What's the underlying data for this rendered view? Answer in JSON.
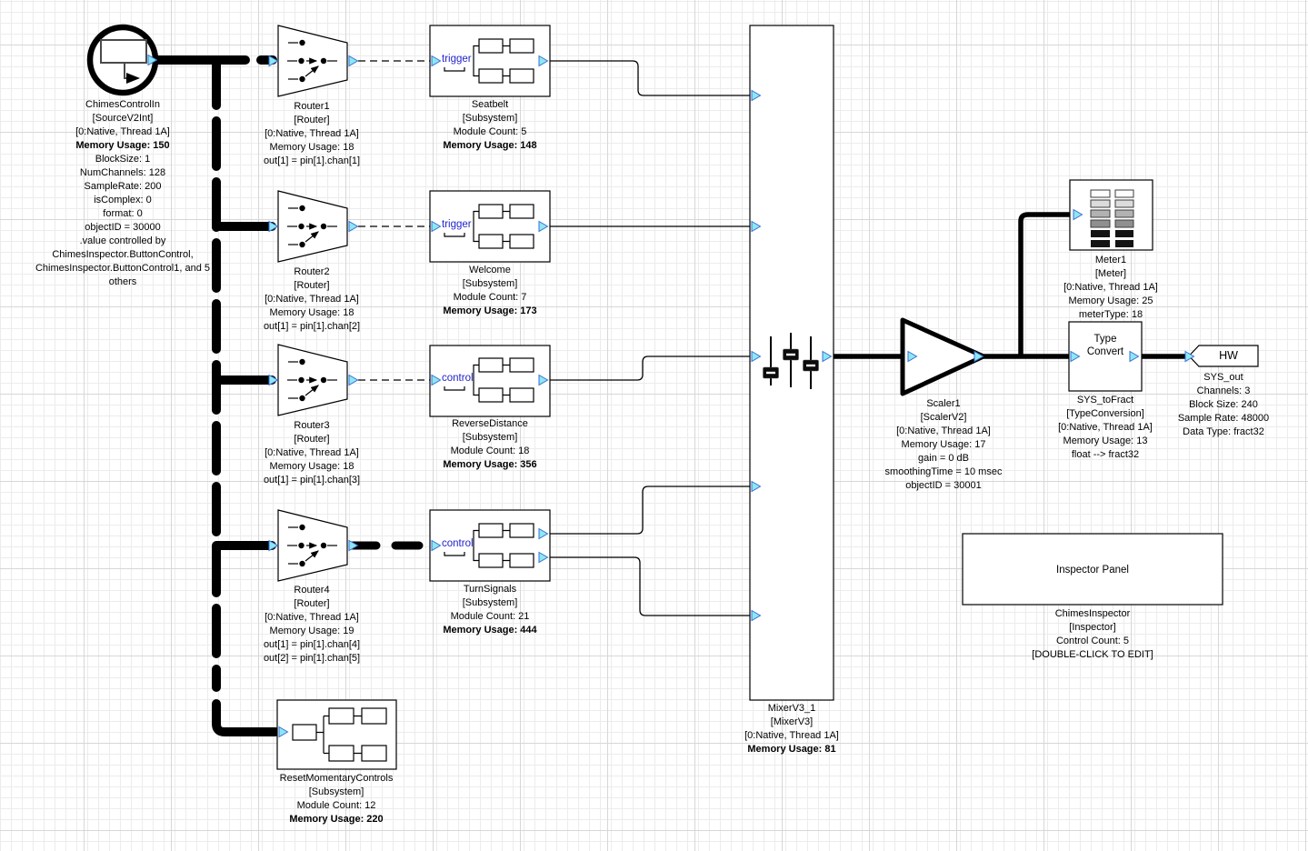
{
  "app": {
    "description": "Audio signal-flow design canvas"
  },
  "colors": {
    "pin_fill": "#8de7f2",
    "pin_stroke": "#3a6fd4",
    "port_label_blue": "#2323cc",
    "wire": "#000000",
    "grid_minor": "#ececec",
    "grid_major": "#d7d7d7"
  },
  "blocks": {
    "chimes_control_in": {
      "lines": [
        "ChimesControlIn",
        "[SourceV2Int]",
        "[0:Native, Thread 1A]",
        "Memory Usage: 150",
        "BlockSize: 1",
        "NumChannels: 128",
        "SampleRate: 200",
        "isComplex: 0",
        "format: 0",
        "objectID = 30000",
        ".value controlled by",
        "ChimesInspector.ButtonControl,",
        "ChimesInspector.ButtonControl1, and 5",
        "others"
      ]
    },
    "router1": {
      "lines": [
        "Router1",
        "[Router]",
        "[0:Native, Thread 1A]",
        "Memory Usage: 18",
        "out[1] = pin[1].chan[1]"
      ]
    },
    "router2": {
      "lines": [
        "Router2",
        "[Router]",
        "[0:Native, Thread 1A]",
        "Memory Usage: 18",
        "out[1] = pin[1].chan[2]"
      ]
    },
    "router3": {
      "lines": [
        "Router3",
        "[Router]",
        "[0:Native, Thread 1A]",
        "Memory Usage: 18",
        "out[1] = pin[1].chan[3]"
      ]
    },
    "router4": {
      "lines": [
        "Router4",
        "[Router]",
        "[0:Native, Thread 1A]",
        "Memory Usage: 19",
        "out[1] = pin[1].chan[4]",
        "out[2] = pin[1].chan[5]"
      ]
    },
    "seatbelt": {
      "port_label": "trigger",
      "lines": [
        "Seatbelt",
        "[Subsystem]",
        "Module Count: 5",
        "Memory Usage: 148"
      ]
    },
    "welcome": {
      "port_label": "trigger",
      "lines": [
        "Welcome",
        "[Subsystem]",
        "Module Count: 7",
        "Memory Usage: 173"
      ]
    },
    "reverse_distance": {
      "port_label": "control",
      "lines": [
        "ReverseDistance",
        "[Subsystem]",
        "Module Count: 18",
        "Memory Usage: 356"
      ]
    },
    "turn_signals": {
      "port_label": "control",
      "lines": [
        "TurnSignals",
        "[Subsystem]",
        "Module Count: 21",
        "Memory Usage: 444"
      ]
    },
    "reset_momentary": {
      "lines": [
        "ResetMomentaryControls",
        "[Subsystem]",
        "Module Count: 12",
        "Memory Usage: 220"
      ]
    },
    "mixer": {
      "lines": [
        "MixerV3_1",
        "[MixerV3]",
        "[0:Native, Thread 1A]",
        "Memory Usage: 81"
      ]
    },
    "scaler": {
      "lines": [
        "Scaler1",
        "[ScalerV2]",
        "[0:Native, Thread 1A]",
        "Memory Usage: 17",
        "gain = 0 dB",
        "smoothingTime = 10 msec",
        "objectID = 30001"
      ]
    },
    "meter": {
      "lines": [
        "Meter1",
        "[Meter]",
        "[0:Native, Thread 1A]",
        "Memory Usage: 25",
        "meterType: 18"
      ]
    },
    "sys_to_fract": {
      "inner_label": "Type Convert",
      "lines": [
        "SYS_toFract",
        "[TypeConversion]",
        "[0:Native, Thread 1A]",
        "Memory Usage: 13",
        "float --> fract32"
      ]
    },
    "sys_out": {
      "inner_label": "HW",
      "lines": [
        "SYS_out",
        "Channels: 3",
        "Block Size: 240",
        "Sample Rate: 48000",
        "Data Type: fract32"
      ]
    },
    "inspector": {
      "inner_label": "Inspector Panel",
      "lines": [
        "ChimesInspector",
        "[Inspector]",
        "Control Count: 5",
        "[DOUBLE-CLICK TO EDIT]"
      ]
    }
  }
}
